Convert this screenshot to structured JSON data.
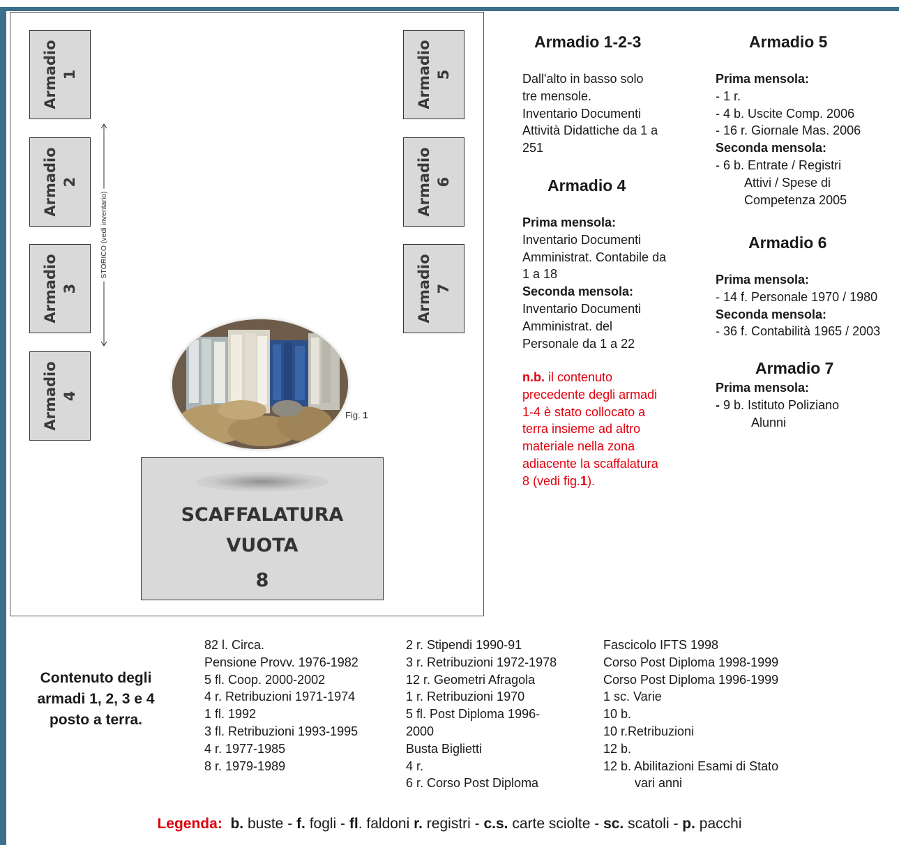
{
  "floorplan": {
    "cabinets": [
      {
        "word": "Armadio",
        "num": "1"
      },
      {
        "word": "Armadio",
        "num": "2"
      },
      {
        "word": "Armadio",
        "num": "3"
      },
      {
        "word": "Armadio",
        "num": "4"
      },
      {
        "word": "Armadio",
        "num": "5"
      },
      {
        "word": "Armadio",
        "num": "6"
      },
      {
        "word": "Armadio",
        "num": "7"
      }
    ],
    "storico_label": "STORICO (vedi inventario)",
    "fig_caption": {
      "prefix": "Fig.",
      "num": "1"
    },
    "shelf": {
      "line1": "SCAFFALATURA",
      "line2": "VUOTA",
      "num": "8"
    }
  },
  "col1": {
    "armadio123": {
      "title": "Armadio 1-2-3",
      "lines": [
        "Dall'alto in basso solo",
        "tre mensole.",
        "Inventario Documenti",
        "Attività Didattiche da 1 a",
        "251"
      ]
    },
    "armadio4": {
      "title": "Armadio 4",
      "prima_label": "Prima mensola:",
      "prima_lines": [
        "Inventario Documenti",
        "Amministrat. Contabile da",
        "1  a 18"
      ],
      "seconda_label": "Seconda  mensola:",
      "seconda_lines": [
        "Inventario Documenti",
        "Amministrat. del",
        "Personale da 1  a 22"
      ]
    },
    "nb": {
      "label": "n.b.",
      "first": " il contenuto",
      "lines": [
        "precedente degli armadi",
        "1-4 è stato collocato a",
        "terra insieme ad altro",
        "materiale nella zona",
        "adiacente la scaffalatura"
      ],
      "last_pre": "8 (vedi fig.",
      "last_num": "1",
      "last_post": ")."
    }
  },
  "col2": {
    "armadio5": {
      "title": "Armadio 5",
      "prima_label": "Prima mensola:",
      "prima_lines": [
        "- 1 r.",
        "-  4 b. Uscite Comp. 2006",
        "- 16 r. Giornale Mas. 2006"
      ],
      "seconda_label": "Seconda mensola:",
      "seconda_first": "- 6 b. Entrate / Registri",
      "seconda_indent": [
        "Attivi / Spese di",
        "Competenza 2005"
      ]
    },
    "armadio6": {
      "title": "Armadio 6",
      "prima_label": "Prima mensola:",
      "prima_line": "- 14 f. Personale 1970 / 1980",
      "seconda_label": "Seconda  mensola:",
      "seconda_line": "- 36 f. Contabilità 1965 / 2003"
    },
    "armadio7": {
      "title": "Armadio 7",
      "prima_label": "Prima mensola:",
      "dash": "-",
      "line": " 9 b. Istituto Poliziano",
      "indent": "Alunni"
    }
  },
  "contenuto": {
    "title": "Contenuto degli armadi 1, 2, 3 e 4 posto a terra.",
    "col_a": [
      "82 l. Circa.",
      "Pensione Provv. 1976-1982",
      "5 fl. Coop. 2000-2002",
      "4 r. Retribuzioni 1971-1974",
      "1 fl. 1992",
      "3 fl. Retribuzioni 1993-1995",
      "4 r. 1977-1985",
      "8 r. 1979-1989"
    ],
    "col_b": [
      "2 r. Stipendi 1990-91",
      "3 r. Retribuzioni 1972-1978",
      "12 r. Geometri Afragola",
      "1 r. Retribuzioni 1970",
      "5 fl. Post Diploma 1996-",
      "2000",
      "Busta Biglietti",
      "4 r.",
      "6 r. Corso Post Diploma"
    ],
    "col_c": [
      "Fascicolo IFTS 1998",
      "Corso Post Diploma 1998-1999",
      "Corso Post Diploma 1996-1999",
      "1 sc. Varie",
      "10 b.",
      "10 r.Retribuzioni",
      "12 b.",
      "12 b. Abilitazioni Esami di Stato"
    ],
    "col_c_indent": "vari anni"
  },
  "legend": {
    "title": "Legenda:",
    "items": [
      {
        "abbr": "b.",
        "desc": " buste - "
      },
      {
        "abbr": "f.",
        "desc": " fogli - "
      },
      {
        "abbr": "fl",
        "desc": ". faldoni "
      },
      {
        "abbr": "r.",
        "desc": " registri - "
      },
      {
        "abbr": "c.s.",
        "desc": " carte sciolte - "
      },
      {
        "abbr": "sc.",
        "desc": " scatoli - "
      },
      {
        "abbr": "p.",
        "desc": " pacchi"
      }
    ]
  }
}
